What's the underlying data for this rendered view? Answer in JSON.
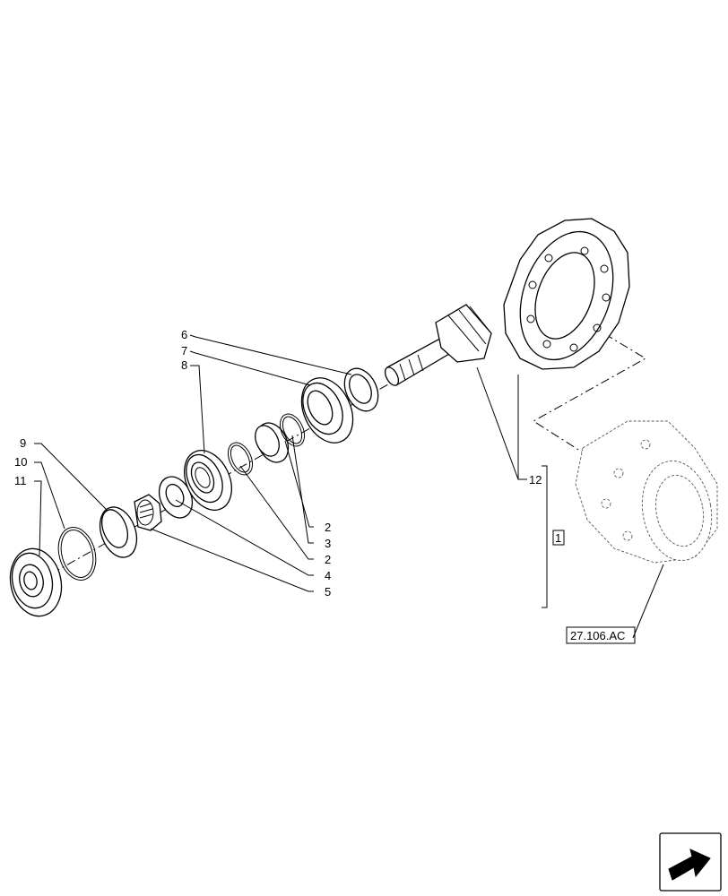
{
  "callouts": {
    "c6": "6",
    "c7": "7",
    "c8": "8",
    "c9": "9",
    "c10": "10",
    "c11": "11",
    "c2a": "2",
    "c3": "3",
    "c2b": "2",
    "c4": "4",
    "c5": "5",
    "c12": "12",
    "c1": "1"
  },
  "reference_label": "27.106.AC",
  "nav_icon": "next-page-arrow-icon"
}
